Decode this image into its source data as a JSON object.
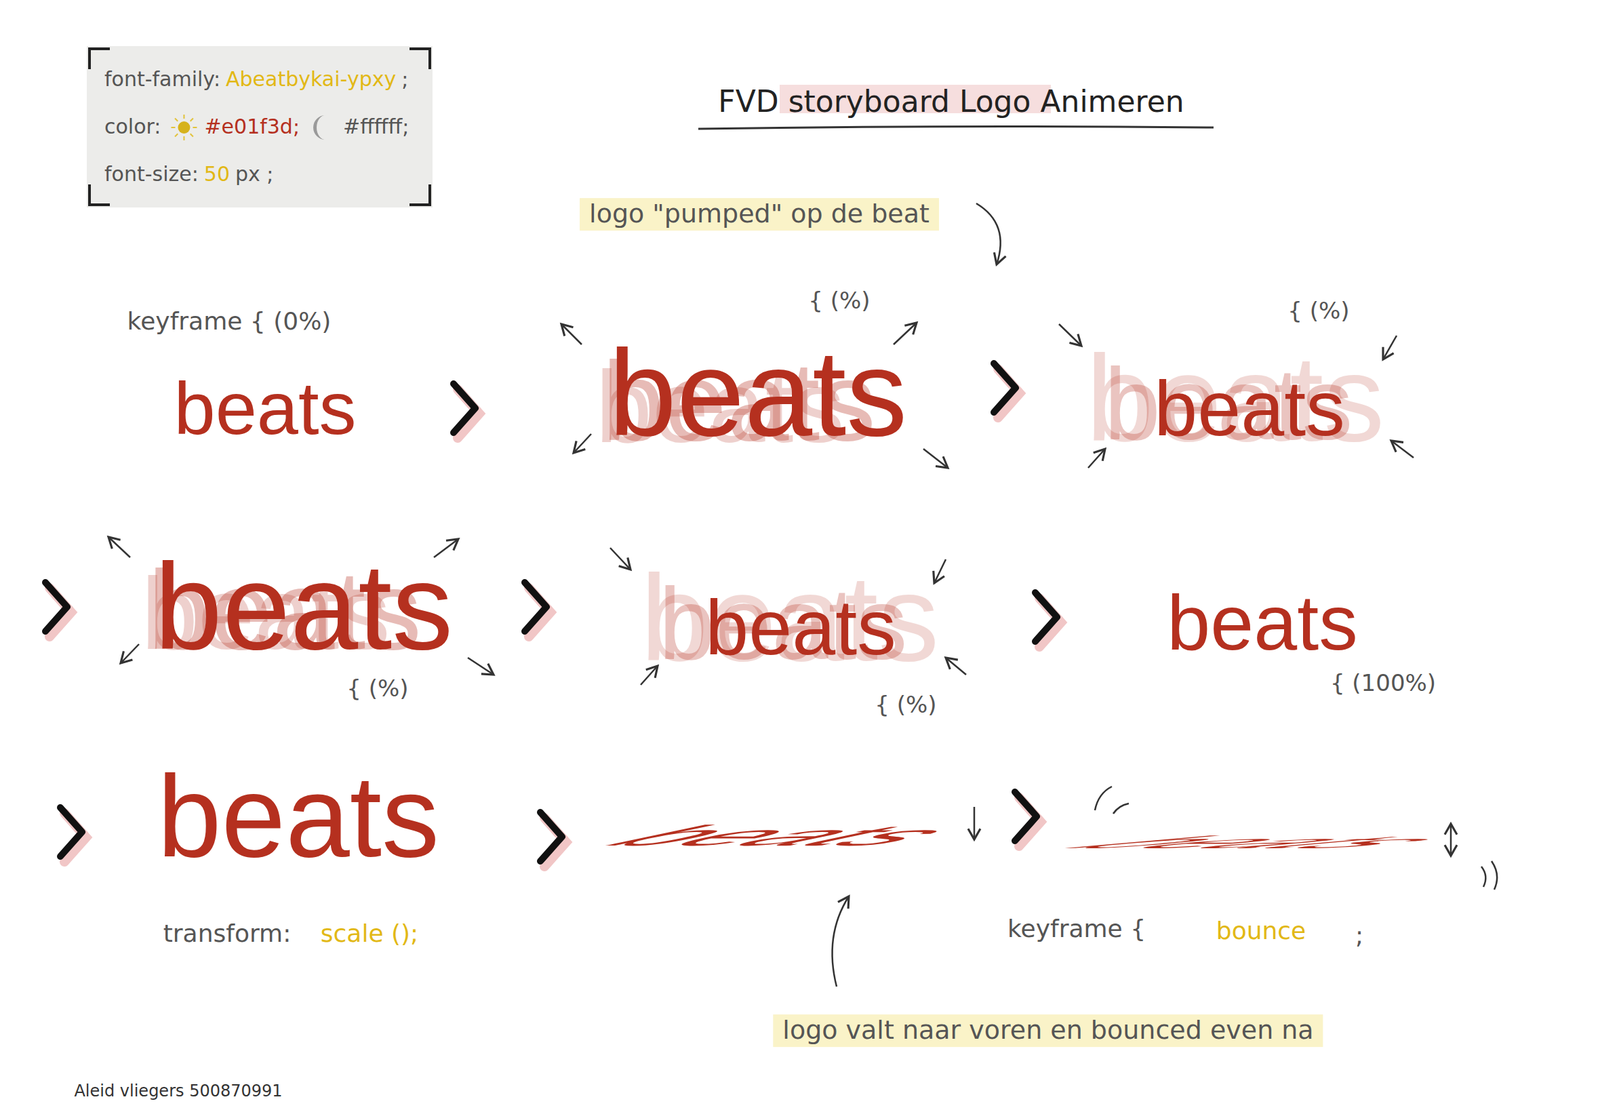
{
  "diagram": {
    "title": "FVD storyboard Logo Animeren",
    "nodes": [
      {
        "text": [
          "font-family:",
          "Abeatbykai-ypxy",
          ";",
          "color:",
          "#e01f3d;",
          "#ffffff;",
          "font-size:",
          "50",
          "px ;"
        ]
      }
    ],
    "labels": [
      "logo \"pumped\" op de beat",
      "keyframe { (0%)",
      "beats",
      "{ (%)",
      "beats",
      "beats",
      "beats",
      "{ (%)",
      "beats",
      "beats",
      "beats",
      "beats",
      "beats",
      "beats",
      "{ (%)",
      "beats",
      "beats",
      "beats",
      "{ (%)",
      "beats",
      "{ (100%)",
      "beats",
      "transform:",
      "scale ();",
      "beats",
      "beats",
      "keyframe {",
      "bounce",
      ";",
      "logo valt naar voren en bounced even na",
      "Aleid vliegers 500870991"
    ]
  }
}
